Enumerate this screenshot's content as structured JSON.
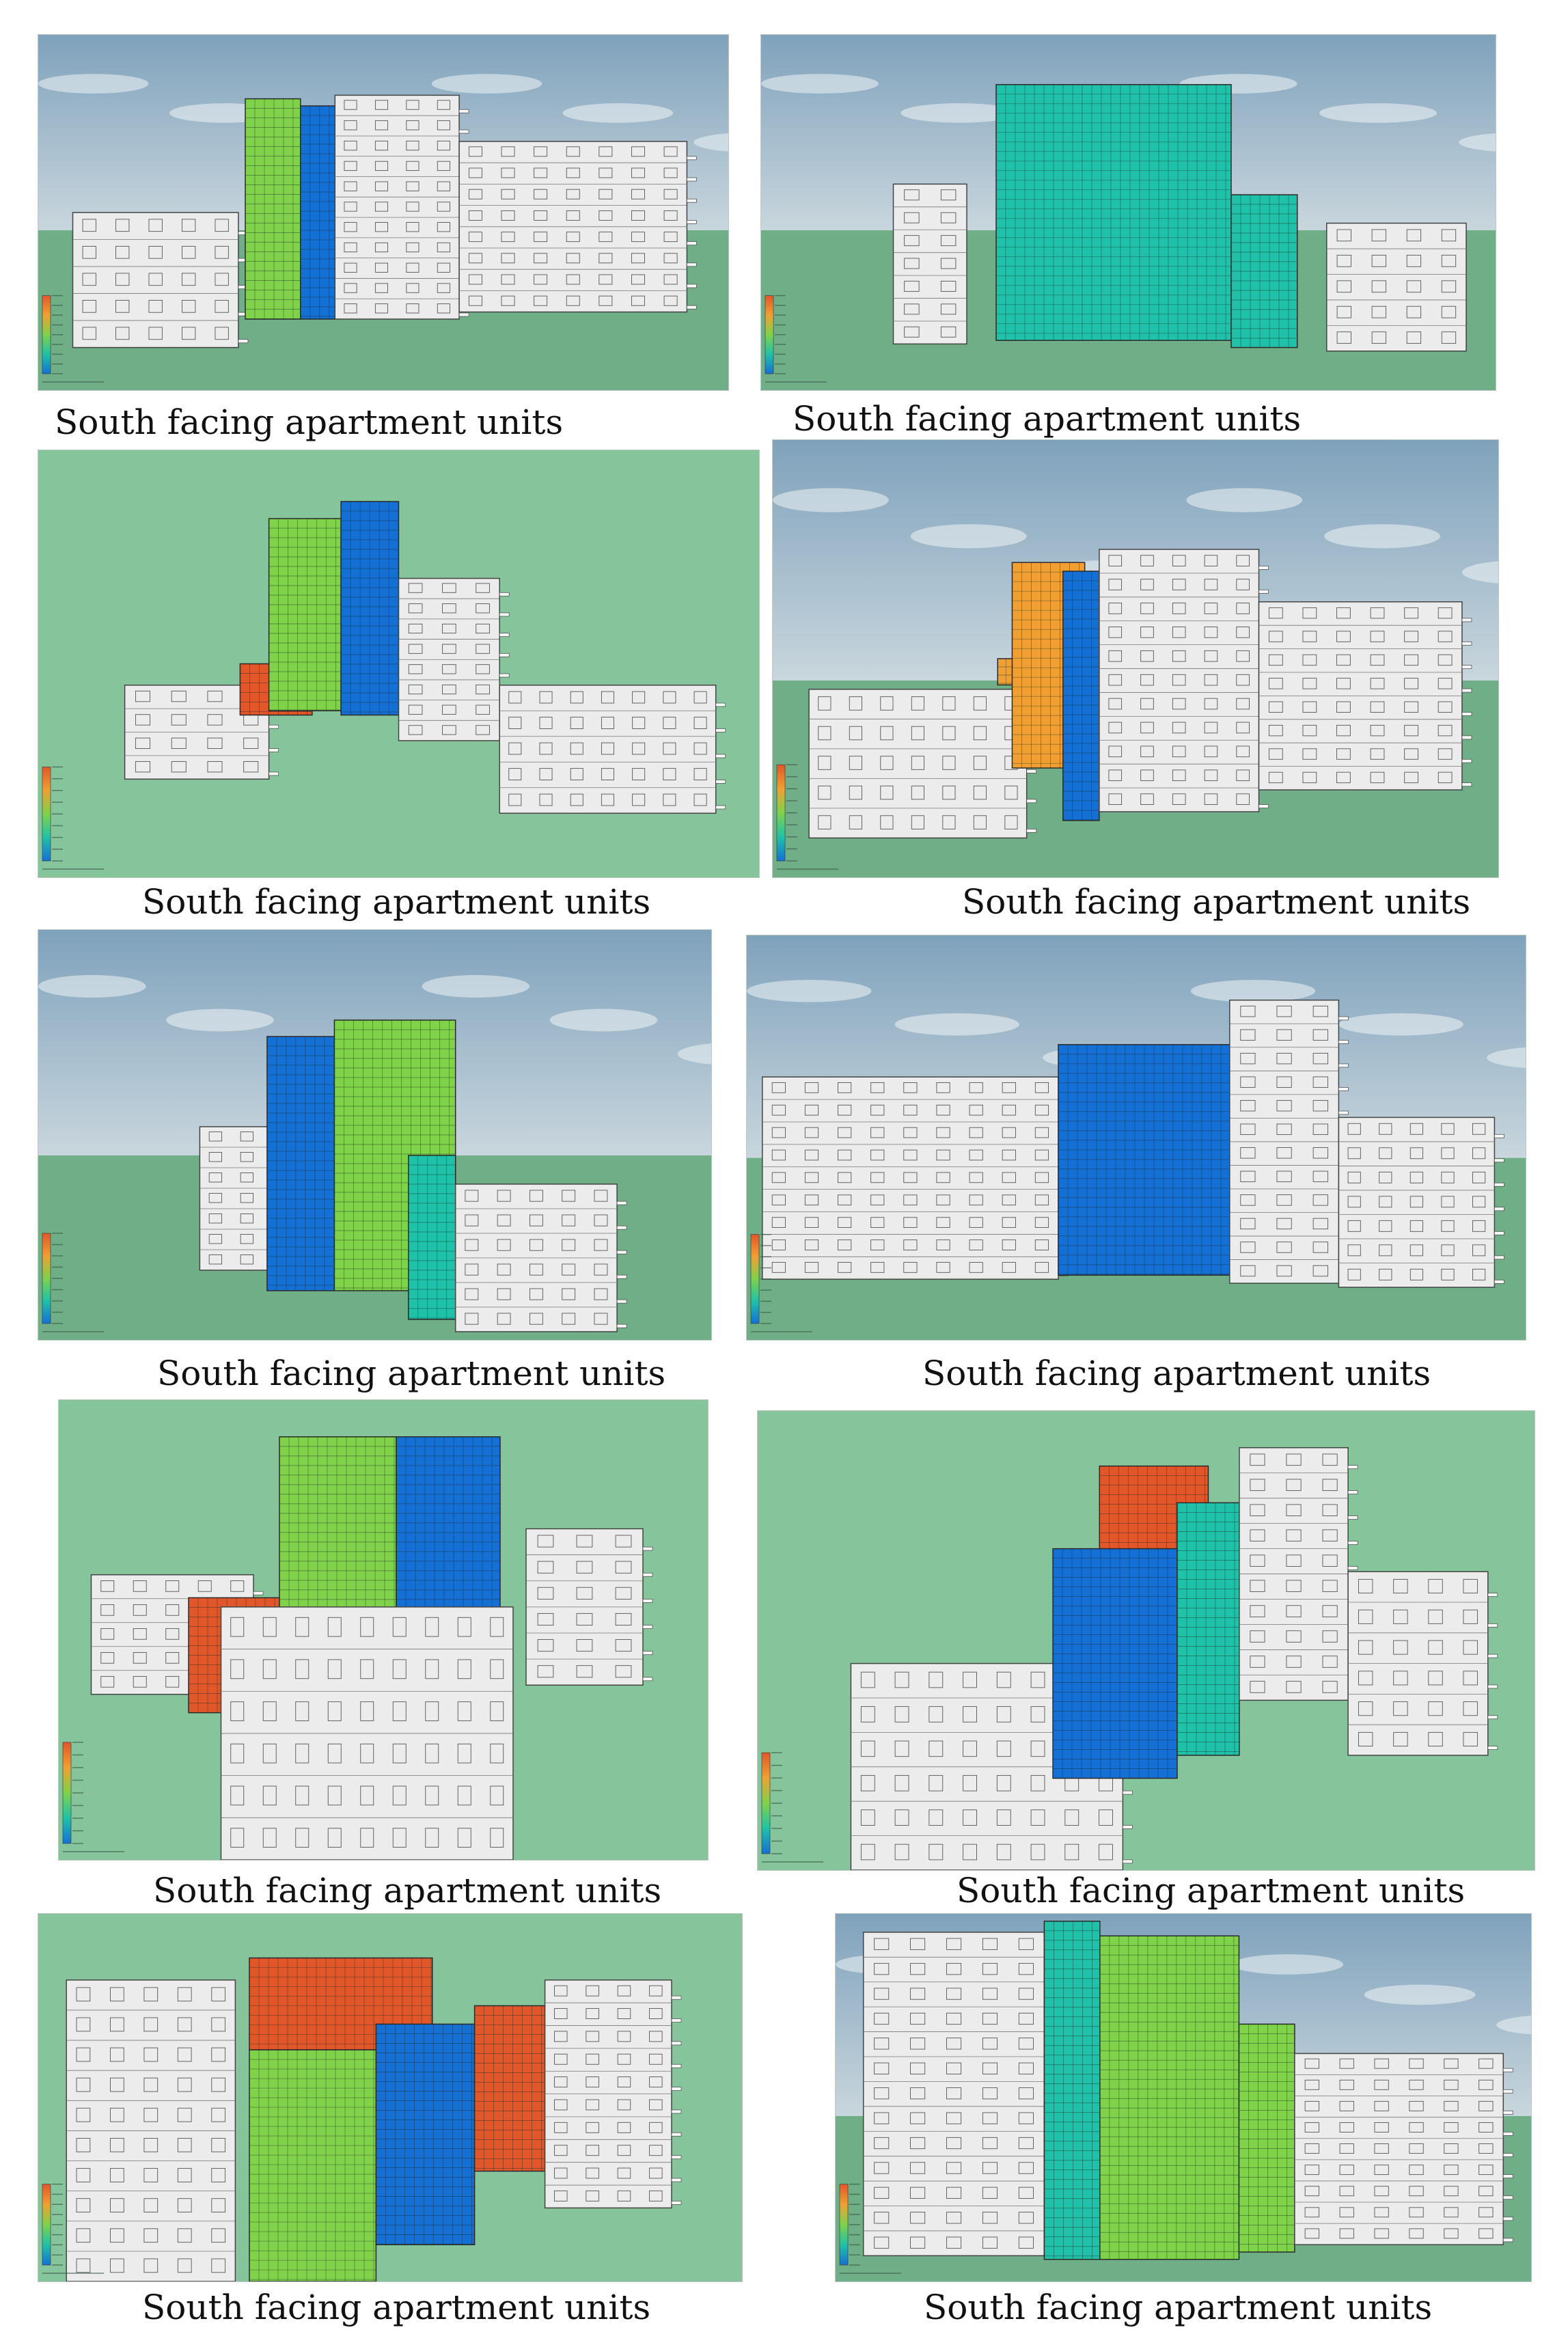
{
  "figure": {
    "caption_text": "South facing apartment units",
    "panels": [
      {
        "id": 1,
        "caption": "South facing apartment units",
        "view": "elevation",
        "sky": true,
        "dominant_irradiance": "green-blue"
      },
      {
        "id": 2,
        "caption": "South facing apartment units",
        "view": "elevation",
        "sky": true,
        "dominant_irradiance": "teal-blue"
      },
      {
        "id": 3,
        "caption": "South facing apartment units",
        "view": "aerial",
        "sky": false,
        "dominant_irradiance": "orange-green"
      },
      {
        "id": 4,
        "caption": "South facing apartment units",
        "view": "elevation",
        "sky": true,
        "dominant_irradiance": "orange-blue"
      },
      {
        "id": 5,
        "caption": "South facing apartment units",
        "view": "elevation",
        "sky": true,
        "dominant_irradiance": "green-blue"
      },
      {
        "id": 6,
        "caption": "South facing apartment units",
        "view": "elevation",
        "sky": true,
        "dominant_irradiance": "blue"
      },
      {
        "id": 7,
        "caption": "South facing apartment units",
        "view": "aerial",
        "sky": false,
        "dominant_irradiance": "green-blue"
      },
      {
        "id": 8,
        "caption": "South facing apartment units",
        "view": "aerial",
        "sky": false,
        "dominant_irradiance": "orange-blue"
      },
      {
        "id": 9,
        "caption": "South facing apartment units",
        "view": "aerial",
        "sky": false,
        "dominant_irradiance": "orange-green"
      },
      {
        "id": 10,
        "caption": "South facing apartment units",
        "view": "elevation",
        "sky": true,
        "dominant_irradiance": "green-blue"
      }
    ]
  },
  "colors": {
    "ground": "#6fae86",
    "ground_plain": "#86c49c",
    "sky_top": "#7fa2bc",
    "sky_bottom": "#c9d6dd",
    "building": "#ececec",
    "edge": "#444444",
    "irr_high": "#e2572a",
    "irr_mid_high": "#f0a033",
    "irr_mid": "#7fd24a",
    "irr_mid_low": "#1fc2a8",
    "irr_low": "#1570d6"
  },
  "icons": [
    "legend-colorbar"
  ]
}
